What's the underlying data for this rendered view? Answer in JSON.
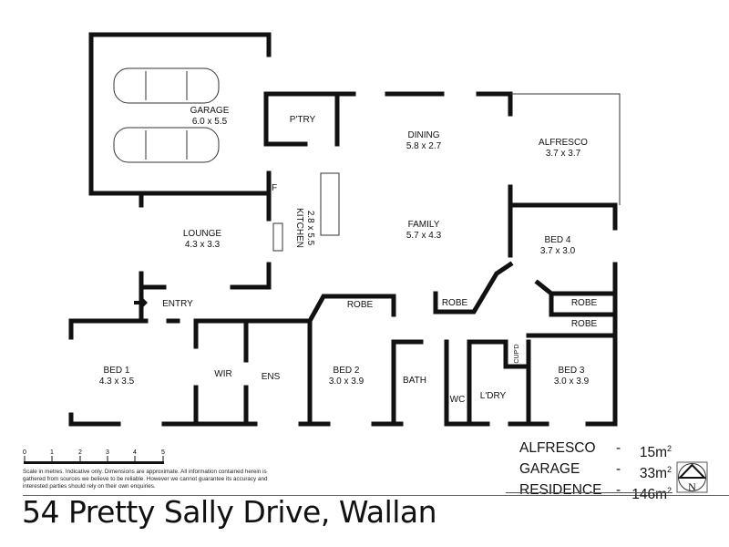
{
  "rooms": {
    "garage": {
      "name": "GARAGE",
      "size": "6.0 x 5.5"
    },
    "pantry": {
      "name": "P'TRY"
    },
    "dining": {
      "name": "DINING",
      "size": "5.8 x 2.7"
    },
    "alfresco": {
      "name": "ALFRESCO",
      "size": "3.7 x 3.7"
    },
    "fridge": {
      "name": "F"
    },
    "kitchen": {
      "name": "KITCHEN",
      "size": "2.8 x 5.5"
    },
    "lounge": {
      "name": "LOUNGE",
      "size": "4.3 x 3.3"
    },
    "family": {
      "name": "FAMILY",
      "size": "5.7 x 4.3"
    },
    "bed4": {
      "name": "BED 4",
      "size": "3.7 x 3.0"
    },
    "entry": {
      "name": "ENTRY"
    },
    "robe_bed2": {
      "name": "ROBE"
    },
    "robe_hall": {
      "name": "ROBE"
    },
    "robe_bed4": {
      "name": "ROBE"
    },
    "robe_bed3": {
      "name": "ROBE"
    },
    "bed1": {
      "name": "BED 1",
      "size": "4.3 x 3.5"
    },
    "wir": {
      "name": "WIR"
    },
    "ens": {
      "name": "ENS"
    },
    "bed2": {
      "name": "BED 2",
      "size": "3.0 x 3.9"
    },
    "bath": {
      "name": "BATH"
    },
    "wc": {
      "name": "WC"
    },
    "laundry": {
      "name": "L'DRY"
    },
    "cupboard": {
      "name": "CUP'D"
    },
    "bed3": {
      "name": "BED 3",
      "size": "3.0 x 3.9"
    }
  },
  "scale": {
    "ticks": [
      "0",
      "1",
      "2",
      "3",
      "4",
      "5"
    ],
    "unit": "metres"
  },
  "disclaimer": "Scale in metres. Indicative only. Dimensions are approximate. All information contained herein is gathered from sources we believe to be reliable. However we cannot guarantee its accuracy and interested parties should rely on their own enquiries.",
  "address": "54 Pretty Sally Drive, Wallan",
  "areas": [
    {
      "name": "ALFRESCO",
      "sep": "-",
      "value": "15m",
      "unit_sup": "2"
    },
    {
      "name": "GARAGE",
      "sep": "-",
      "value": "33m",
      "unit_sup": "2"
    },
    {
      "name": "RESIDENCE",
      "sep": "-",
      "value": "146m",
      "unit_sup": "2"
    }
  ],
  "compass": {
    "label": "N"
  }
}
